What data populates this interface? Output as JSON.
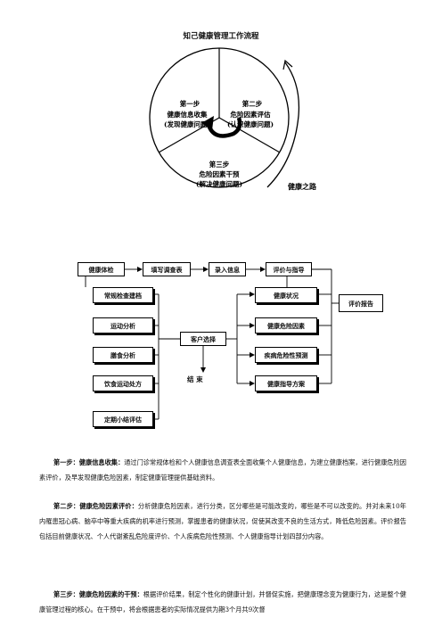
{
  "title": "知己健康管理工作流程",
  "cycle": {
    "step1": [
      "第一步",
      "健康信息收集",
      "(发现健康问题)"
    ],
    "step2": [
      "第二步",
      "危险因素评估",
      "(认识健康问题)"
    ],
    "step3": [
      "第三步",
      "危险因素干预",
      "(解决健康问题)"
    ],
    "road_label": "健康之路"
  },
  "flow": {
    "top_row": [
      "健康体检",
      "填写调查表",
      "录入信息",
      "评价与指导"
    ],
    "left_items": [
      "常规检查建档",
      "运动分析",
      "膳食分析",
      "饮食运动处方",
      "定期小结评估"
    ],
    "right_items": [
      "健康状况",
      "健康危险因素",
      "疾病危险性预测",
      "健康指导方案"
    ],
    "center": "客户选择",
    "end": "结 束",
    "report": "评价报告"
  },
  "paragraphs": [
    {
      "lead": "第一步：健康信息收集：",
      "text": "通过门诊常规体检和个人健康信息调查表全面收集个人健康信息，为建立健康档案，进行健康危险因素评价，及早发现健康危险因素，制定健康管理提供基础资料。"
    },
    {
      "lead": "第二步：健康危险因素评价：",
      "text": "分析健康危险因素，进行分类，区分哪些是可能改变的，哪些是不可以改变的。并对未来10年内罹患冠心病、脑卒中等重大疾病的机率进行预测，掌握患者的健康状况，促使其改变不良的生活方式，降低危险因素。评价报告包括目前健康状况、个人代谢紊乱危险度评价、个人疾病危险性预测、个人健康指导计划四部分内容。"
    },
    {
      "lead": "第三步：健康危险因素的干预：",
      "text": "根据评价结果，制定个性化的健康计划，并督促实施，把健康理念变为健康行为，这是整个健康管理过程的核心。在干预中，将会根据患者的实际情况提供为期3个月共9次督"
    }
  ]
}
